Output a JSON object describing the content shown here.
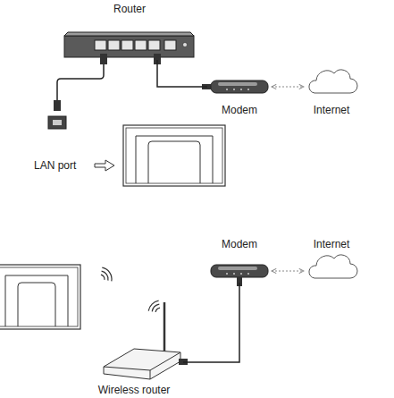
{
  "diagram": {
    "nodes": [
      {
        "text": [
          "Router"
        ]
      },
      {
        "text": [
          "Modem"
        ]
      },
      {
        "text": [
          "Internet"
        ]
      },
      {
        "text": [
          "Modem"
        ]
      },
      {
        "text": [
          "Internet"
        ]
      },
      {
        "text": [
          "Wireless router"
        ]
      }
    ],
    "edges": [
      {
        "from": 0,
        "to": 1,
        "arrow": "none"
      },
      {
        "from": 1,
        "to": 2,
        "arrow": "both"
      },
      {
        "from": 5,
        "to": 3,
        "arrow": "none"
      },
      {
        "from": 3,
        "to": 4,
        "arrow": "both"
      }
    ],
    "labels": [
      "LAN port"
    ]
  }
}
